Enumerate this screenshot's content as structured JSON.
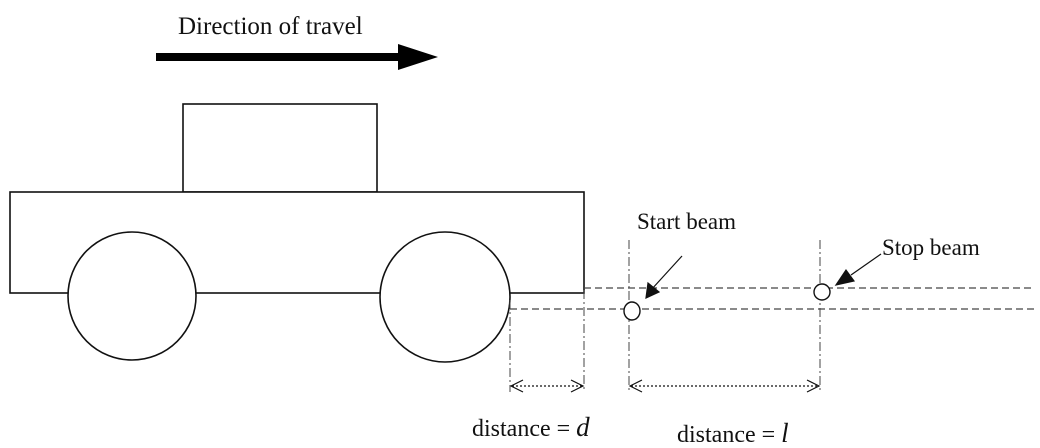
{
  "title": "Direction of travel",
  "labels": {
    "start_beam": "Start beam",
    "stop_beam": "Stop beam"
  },
  "dimensions": {
    "d": {
      "prefix": "distance = ",
      "symbol": "d"
    },
    "l": {
      "prefix": "distance = ",
      "symbol": "l"
    }
  }
}
